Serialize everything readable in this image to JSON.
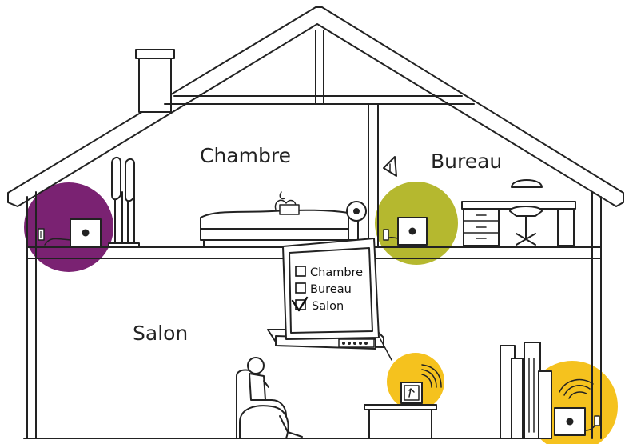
{
  "rooms": {
    "chambre": "Chambre",
    "bureau": "Bureau",
    "salon": "Salon"
  },
  "tv_menu": {
    "items": [
      {
        "label": "Chambre",
        "checked": false
      },
      {
        "label": "Bureau",
        "checked": false
      },
      {
        "label": "Salon",
        "checked": true
      }
    ]
  },
  "zone_colors": {
    "chambre": "#7a2272",
    "bureau": "#b5b82f",
    "salon": "#f5c21e"
  }
}
